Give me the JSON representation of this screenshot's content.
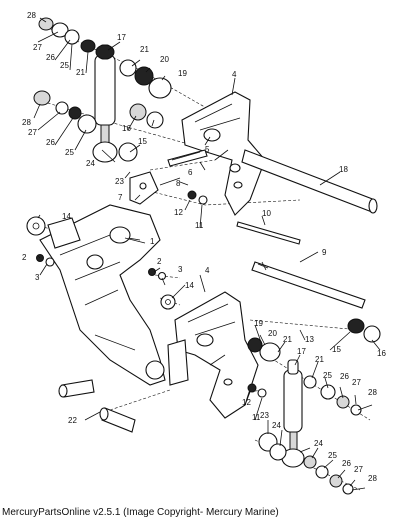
{
  "caption": "MercuryPartsOnline v2.5.1 (Image Copyright- Mercury Marine)",
  "callouts": {
    "c28a": "28",
    "c27a": "27",
    "c26a": "26",
    "c25a": "25",
    "c21a": "21",
    "c17a": "17",
    "c21b": "21",
    "c20": "20",
    "c19a": "19",
    "c4a": "4",
    "c28b": "28",
    "c27b": "27",
    "c26b": "26",
    "c25b": "25",
    "c24a": "24",
    "c16a": "16",
    "c15a": "15",
    "c5": "5",
    "c6": "6",
    "c8": "8",
    "c7": "7",
    "c23a": "23",
    "c18": "18",
    "c12a": "12",
    "c11a": "11",
    "c14a": "14",
    "c10": "10",
    "c1": "1",
    "c2a": "2",
    "c3a": "3",
    "c2b": "2",
    "c3b": "3",
    "c14b": "14",
    "c4b": "4",
    "c9": "9",
    "c13": "13",
    "c15b": "15",
    "c16b": "16",
    "c19b": "19",
    "c20b": "20",
    "c21c": "21",
    "c17b": "17",
    "c21d": "21",
    "c25c": "25",
    "c26c": "26",
    "c27c": "27",
    "c28c": "28",
    "c12b": "12",
    "c11b": "11",
    "c22": "22",
    "c23b": "23",
    "c24b": "24",
    "c24c": "24",
    "c25d": "25",
    "c26d": "26",
    "c27d": "27",
    "c28d": "28"
  },
  "icons": [
    "exploded-parts-diagram"
  ]
}
